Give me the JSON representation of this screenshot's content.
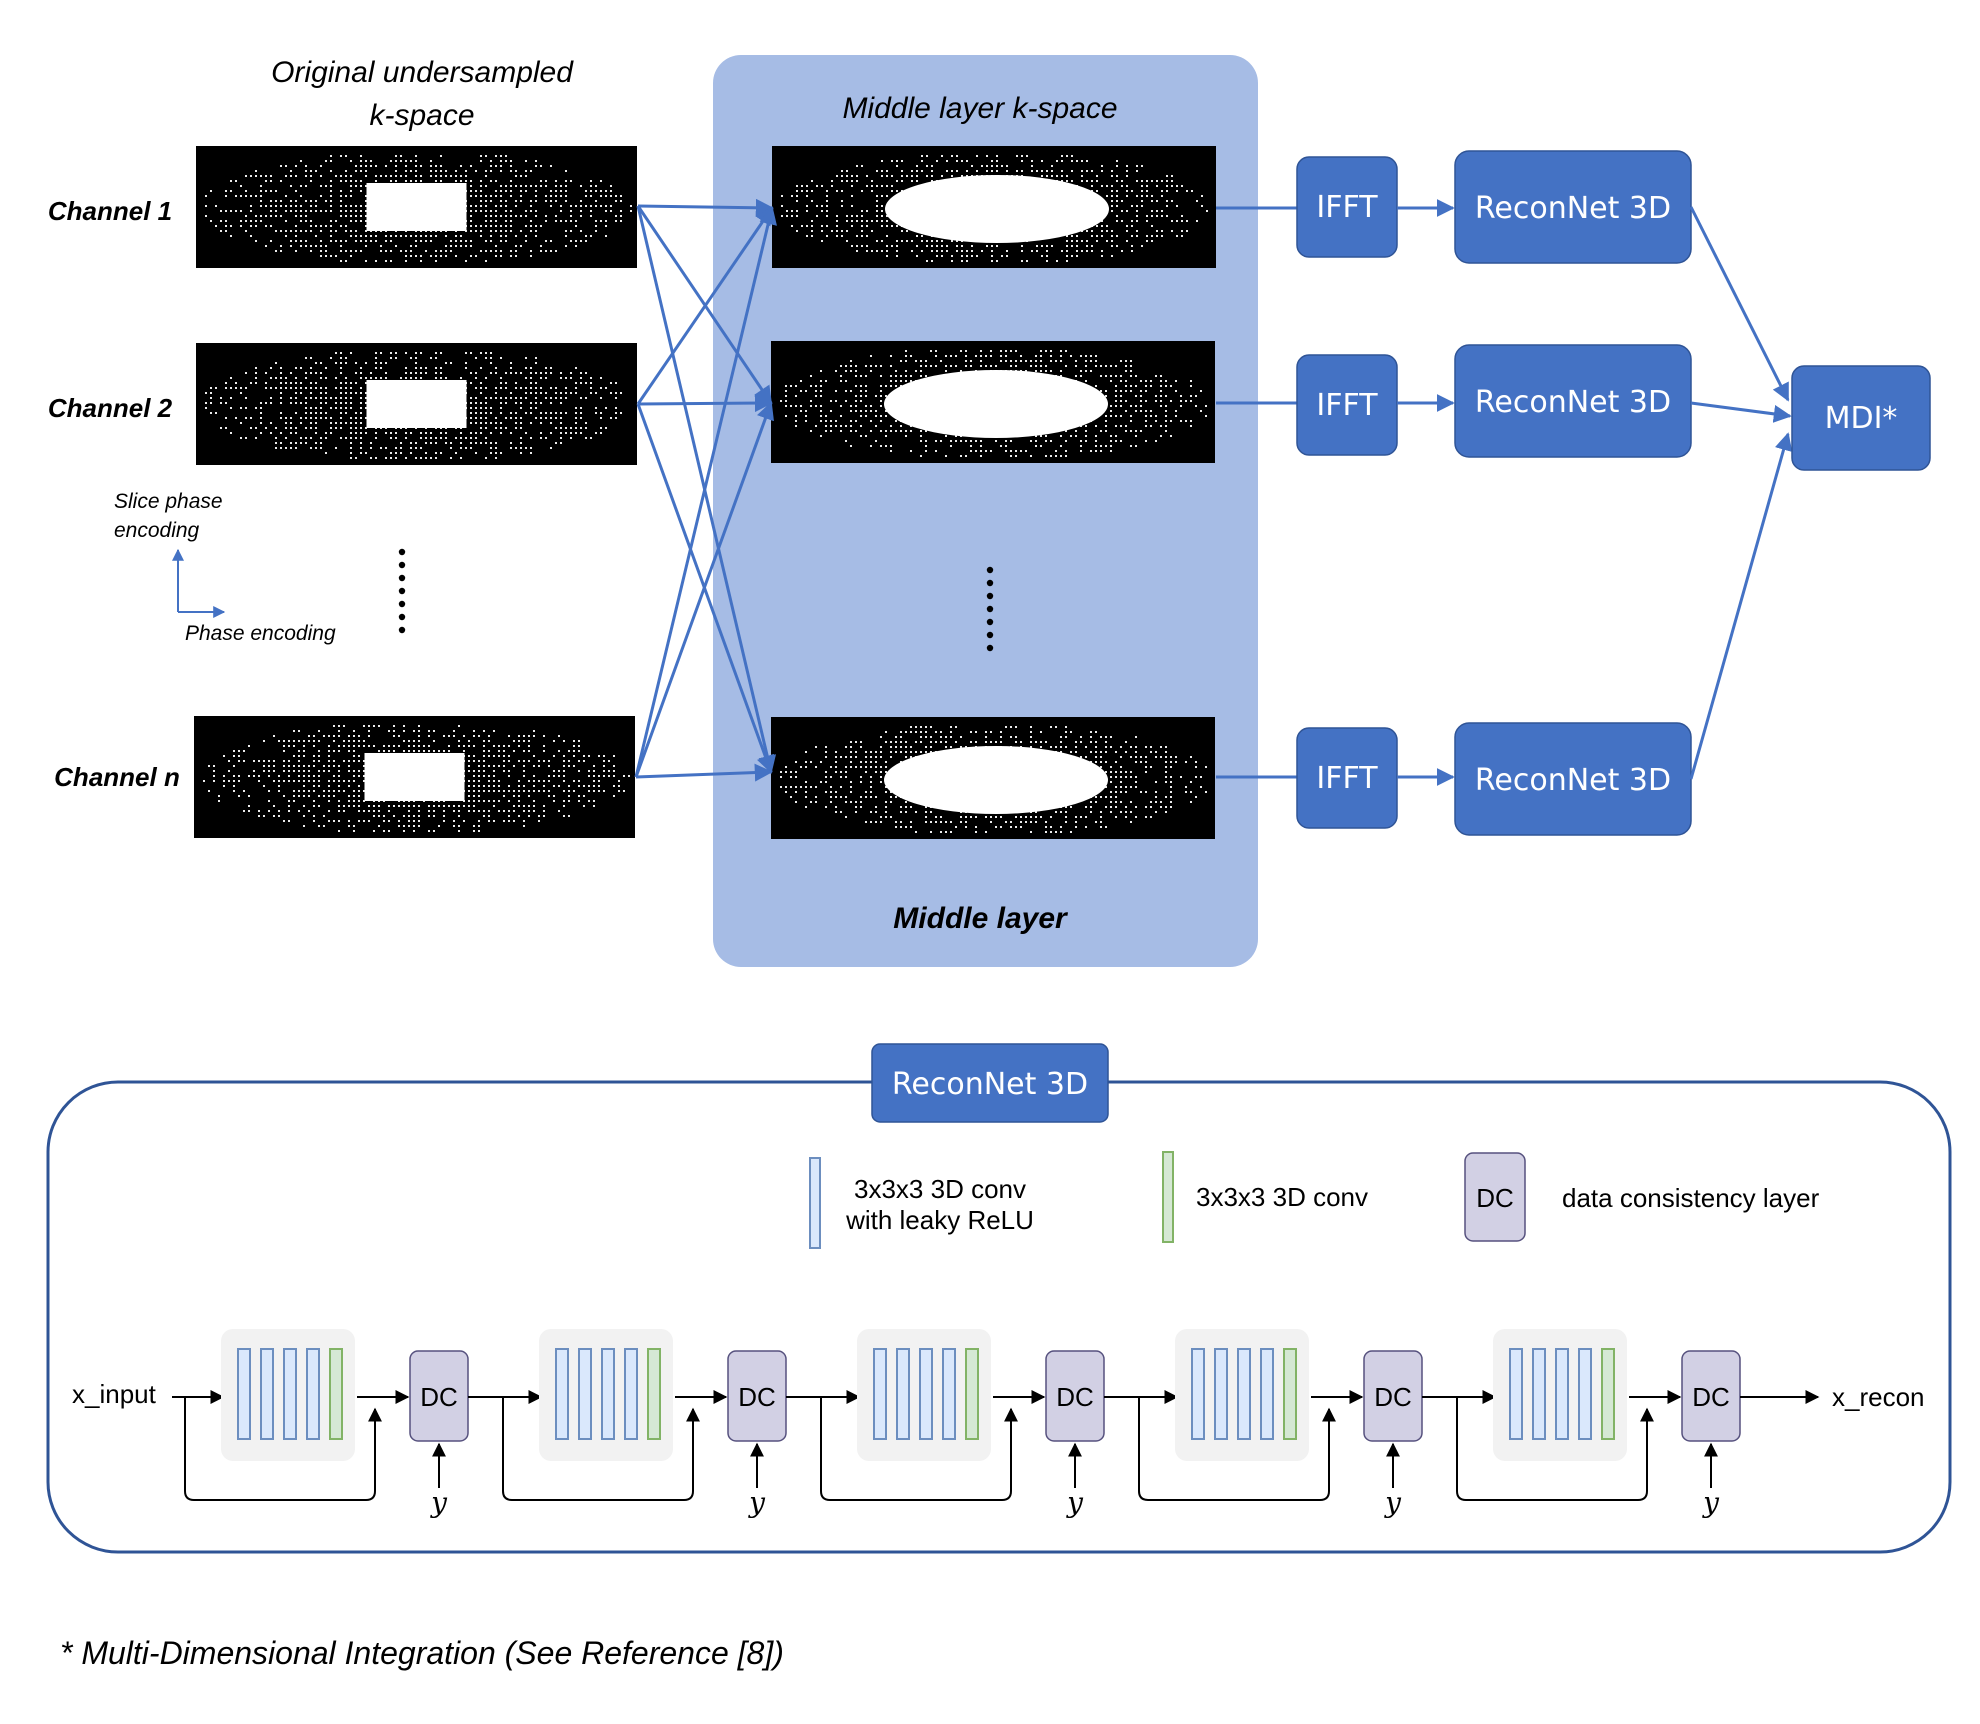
{
  "figure": {
    "original_kspace_title": [
      "Original undersampled",
      "k-space"
    ],
    "middle_kspace_title": "Middle layer k-space",
    "middle_layer_label": "Middle layer",
    "channels": [
      "Channel 1",
      "Channel 2",
      "Channel n"
    ],
    "axis": {
      "vertical": [
        "Slice phase",
        "encoding"
      ],
      "horizontal": "Phase encoding"
    },
    "ifft_label": "IFFT",
    "reconnet_label": "ReconNet 3D",
    "mdi_label": "MDI*"
  },
  "reconnet_detail": {
    "title": "ReconNet 3D",
    "legend": {
      "conv_relu": [
        "3x3x3 3D conv",
        "with leaky ReLU"
      ],
      "conv": "3x3x3 3D conv",
      "dc_box": "DC",
      "dc_desc": "data consistency layer"
    },
    "input_label": "x_input",
    "output_label": "x_recon",
    "dc_label": "DC",
    "y_label": "y",
    "block_count": 5
  },
  "footnote": "* Multi-Dimensional Integration (See Reference [8])",
  "colors": {
    "accent_blue": "#4472c4",
    "panel_blue": "#a6bce5",
    "frame_blue": "#2f5496",
    "dc_fill": "#d2d0e4",
    "conv_blue": "#dae8fc",
    "conv_blue_stroke": "#6c8ebf",
    "conv_green": "#d5e8d4",
    "conv_green_stroke": "#82b366"
  }
}
